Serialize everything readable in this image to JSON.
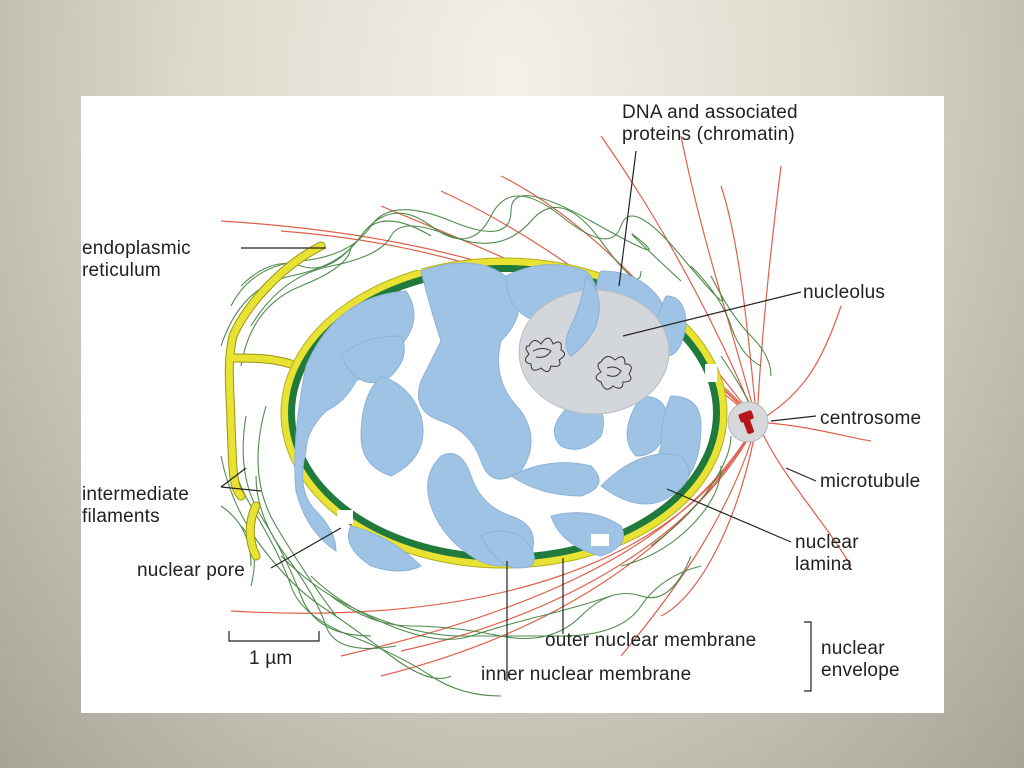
{
  "diagram": {
    "labels": {
      "chromatin": "DNA and associated\nproteins (chromatin)",
      "nucleolus": "nucleolus",
      "centrosome": "centrosome",
      "microtubule": "microtubule",
      "er": "endoplasmic\nreticulum",
      "intermediate_filaments": "intermediate\nfilaments",
      "nuclear_pore": "nuclear pore",
      "nuclear_lamina": "nuclear\nlamina",
      "outer_membrane": "outer nuclear membrane",
      "inner_membrane": "inner nuclear membrane",
      "nuclear_envelope": "nuclear\nenvelope",
      "scale": "1 µm"
    },
    "colors": {
      "membrane_outer": "#e8e234",
      "lamina": "#1f7a3c",
      "chromatin": "#9fc3e4",
      "nucleolus": "#d3d6da",
      "intermediate_filaments": "#3e7f3a",
      "microtubules": "#e0604c",
      "centrosome": "#b8151b",
      "er": "#e8e234"
    }
  }
}
